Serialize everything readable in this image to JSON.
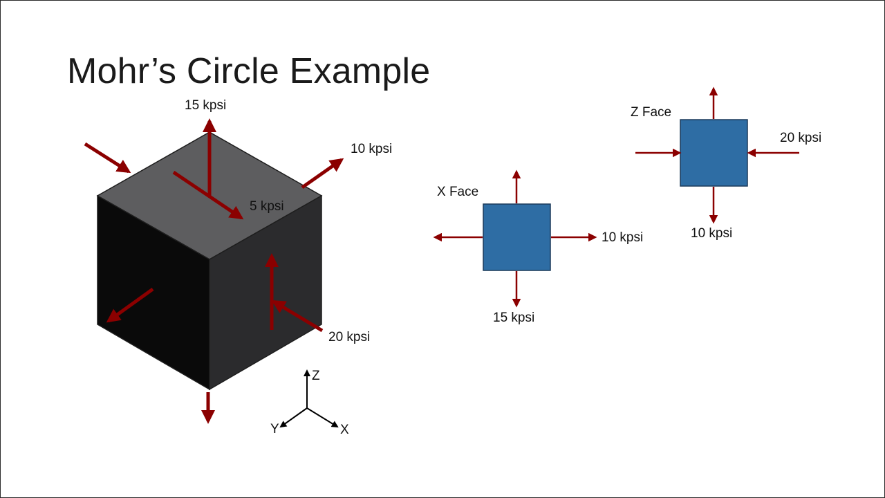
{
  "slide": {
    "title": "Mohr’s Circle Example"
  },
  "cube": {
    "labels": {
      "top_vertical": "15 kpsi",
      "top_diagonal": "10 kpsi",
      "top_shear": "5 kpsi",
      "right_face": "20 kpsi"
    }
  },
  "x_face": {
    "title": "X Face",
    "right_label": "10 kpsi",
    "bottom_label": "15 kpsi"
  },
  "z_face": {
    "title": "Z Face",
    "right_label": "20 kpsi",
    "bottom_label": "10 kpsi"
  },
  "axes": {
    "z": "Z",
    "y": "Y",
    "x": "X"
  },
  "colors": {
    "arrow": "#8b0000",
    "element_fill": "#2e6da4",
    "element_stroke": "#1b3a5a",
    "cube_top": "#5d5d5f",
    "cube_left": "#0a0a0a",
    "cube_right": "#2b2b2d"
  }
}
